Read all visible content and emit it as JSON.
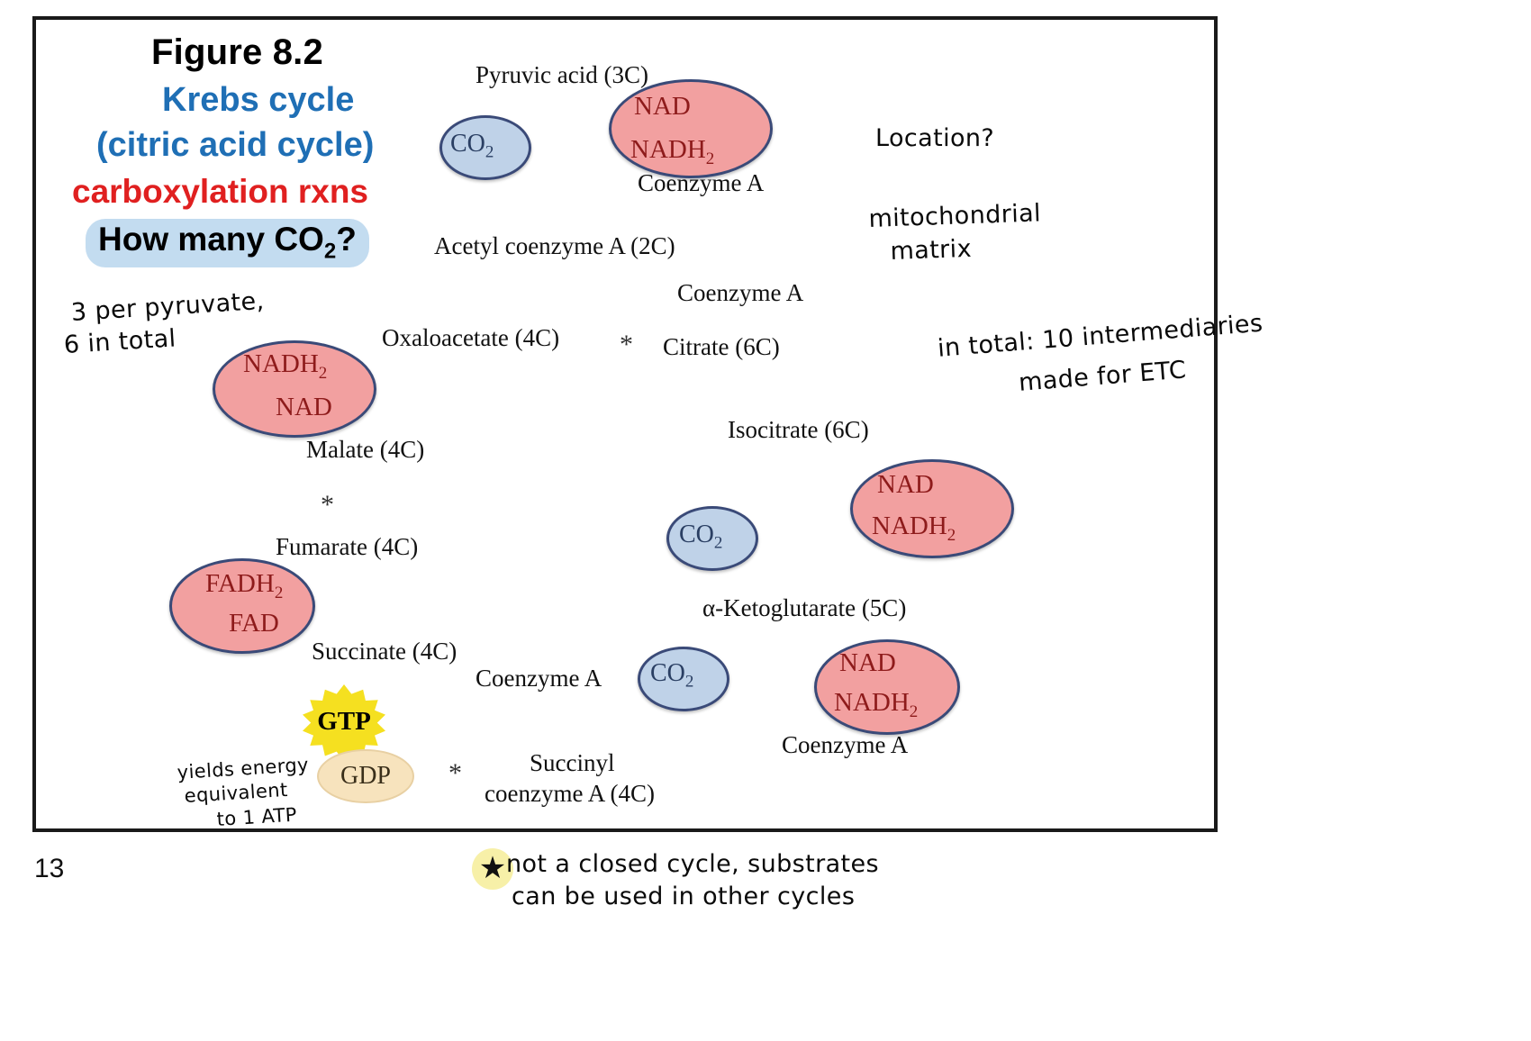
{
  "slide": {
    "page_number": "13",
    "title": {
      "figure": "Figure 8.2",
      "line_krebs": "Krebs cycle",
      "line_citric": "(citric acid cycle)",
      "line_carboxylation": "carboxylation rxns",
      "line_howmany_pre": "How many CO",
      "line_howmany_sub": "2",
      "line_howmany_post": "?"
    },
    "colors": {
      "title_blue": "#1f6fb5",
      "title_red": "#e02020",
      "highlight_blue": "#c3dcf0",
      "highlight_yellow": "#f7f0a8",
      "cofactor_red_fill": "#f2a0a0",
      "cofactor_blue_fill": "#bfd2e8",
      "cofactor_outline": "#3a4a78",
      "arrow_green": "#97bf52",
      "gtp_yellow": "#f5e020",
      "gdp_tan": "#f7e3bd",
      "molecule_text_red": "#8e1b1b"
    }
  },
  "diagram": {
    "metabolites": {
      "pyruvic_acid": "Pyruvic acid (3C)",
      "acetyl_coa": "Acetyl coenzyme A (2C)",
      "oxaloacetate": "Oxaloacetate (4C)",
      "citrate": "Citrate (6C)",
      "isocitrate": "Isocitrate (6C)",
      "ketoglutarate": "α-Ketoglutarate (5C)",
      "succinyl_coa_line1": "Succinyl",
      "succinyl_coa_line2": "coenzyme A (4C)",
      "succinate": "Succinate (4C)",
      "fumarate": "Fumarate (4C)",
      "malate": "Malate (4C)"
    },
    "coenzyme_labels": {
      "top": "Coenzyme A",
      "citrate_out": "Coenzyme A",
      "ketoglutarate_in": "Coenzyme A",
      "succinate_out": "Coenzyme A"
    },
    "cofactor_pairs": [
      {
        "name": "pyruvate-nad-pair",
        "top": "NAD",
        "bottom_pre": "NADH",
        "bottom_sub": "2"
      },
      {
        "name": "isocitrate-nad-pair",
        "top": "NAD",
        "bottom_pre": "NADH",
        "bottom_sub": "2"
      },
      {
        "name": "ketoglutarate-nad-pair",
        "top": "NAD",
        "bottom_pre": "NADH",
        "bottom_sub": "2"
      },
      {
        "name": "malate-nad-pair",
        "top_pre": "NADH",
        "top_sub": "2",
        "bottom": "NAD"
      },
      {
        "name": "succinate-fad-pair",
        "top_pre": "FADH",
        "top_sub": "2",
        "bottom": "FAD"
      }
    ],
    "co2_bubbles": [
      {
        "name": "co2-pyruvate",
        "pre": "CO",
        "sub": "2"
      },
      {
        "name": "co2-isocitrate",
        "pre": "CO",
        "sub": "2"
      },
      {
        "name": "co2-ketoglutarate",
        "pre": "CO",
        "sub": "2"
      }
    ],
    "energy": {
      "gtp": "GTP",
      "gdp": "GDP"
    },
    "asterisks": [
      "*",
      "*",
      "*",
      "*"
    ]
  },
  "annotations": {
    "co2_count": {
      "line1": "3 per pyruvate,",
      "line2": "6 in total"
    },
    "location": {
      "question": "Location?",
      "answer_line1": "mitochondrial",
      "answer_line2": "matrix"
    },
    "intermediaries": {
      "line1": "in total: 10 intermediaries",
      "line2": "made for ETC"
    },
    "gtp_note": {
      "line1": "yields energy",
      "line2": "equivalent",
      "line3": "to 1 ATP"
    },
    "footer": {
      "star": "★",
      "line1": "not a closed cycle, substrates",
      "line2": "can be used in other cycles"
    }
  }
}
